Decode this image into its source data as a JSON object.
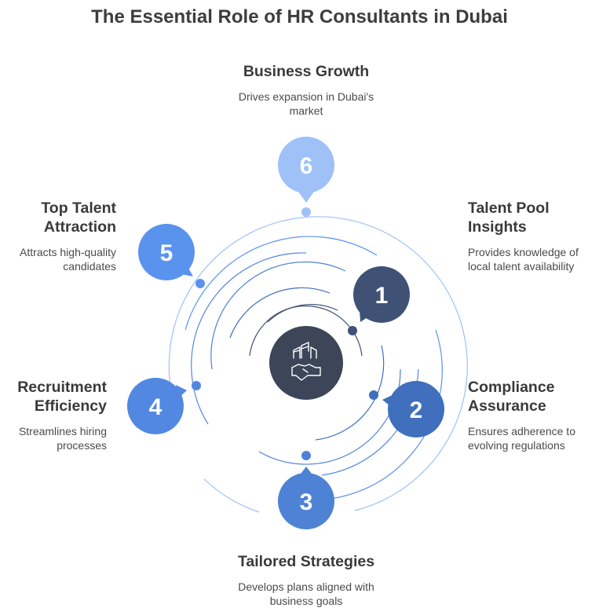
{
  "title": "The Essential Role of HR Consultants in Dubai",
  "center_icon": "building-handshake-icon",
  "colors": {
    "step1": "#3f5275",
    "step2": "#3f6fbd",
    "step3": "#4e82d4",
    "step4": "#5288e2",
    "step5": "#5a93ee",
    "step6": "#9fc1f8",
    "hub": "#3c4658"
  },
  "steps": [
    {
      "number": "1",
      "heading_line1": "Talent Pool",
      "heading_line2": "Insights",
      "desc_line1": "Provides knowledge of",
      "desc_line2": "local talent availability"
    },
    {
      "number": "2",
      "heading_line1": "Compliance",
      "heading_line2": "Assurance",
      "desc_line1": "Ensures adherence to",
      "desc_line2": "evolving regulations"
    },
    {
      "number": "3",
      "heading_line1": "Tailored Strategies",
      "heading_line2": "",
      "desc_line1": "Develops plans aligned with",
      "desc_line2": "business goals"
    },
    {
      "number": "4",
      "heading_line1": "Recruitment",
      "heading_line2": "Efficiency",
      "desc_line1": "Streamlines hiring",
      "desc_line2": "processes"
    },
    {
      "number": "5",
      "heading_line1": "Top Talent",
      "heading_line2": "Attraction",
      "desc_line1": "Attracts high-quality",
      "desc_line2": "candidates"
    },
    {
      "number": "6",
      "heading_line1": "Business Growth",
      "heading_line2": "",
      "desc_line1": "Drives expansion in Dubai's",
      "desc_line2": "market"
    }
  ]
}
